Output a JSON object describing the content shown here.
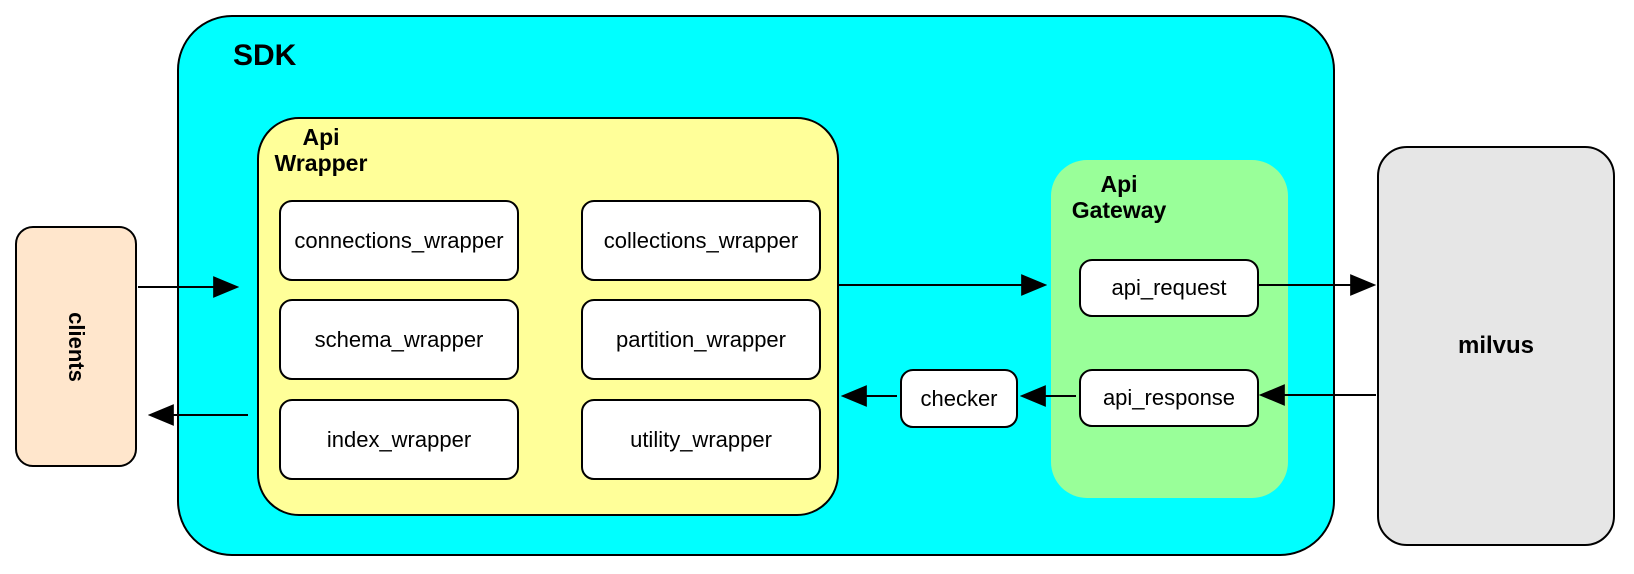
{
  "diagram": {
    "sdk": {
      "label": "SDK"
    },
    "clients": {
      "label": "clients"
    },
    "api_wrapper": {
      "title_line1": "Api",
      "title_line2": "Wrapper",
      "modules": [
        "connections_wrapper",
        "collections_wrapper",
        "schema_wrapper",
        "partition_wrapper",
        "index_wrapper",
        "utility_wrapper"
      ]
    },
    "checker": {
      "label": "checker"
    },
    "api_gateway": {
      "title_line1": "Api",
      "title_line2": "Gateway",
      "request_label": "api_request",
      "response_label": "api_response"
    },
    "milvus": {
      "label": "milvus"
    },
    "colors": {
      "sdk_fill": "#00ffff",
      "api_wrapper_fill": "#ffff99",
      "api_gateway_fill": "#99ff99",
      "clients_fill": "#ffe6cc",
      "milvus_fill": "#e6e6e6",
      "node_fill": "#ffffff",
      "stroke": "#000000"
    },
    "edges": [
      {
        "from": "clients",
        "to": "api_wrapper"
      },
      {
        "from": "api_wrapper",
        "to": "api_gateway"
      },
      {
        "from": "api_request",
        "to": "milvus"
      },
      {
        "from": "milvus",
        "to": "api_response"
      },
      {
        "from": "api_response",
        "to": "checker"
      },
      {
        "from": "checker",
        "to": "api_wrapper"
      },
      {
        "from": "sdk",
        "to": "clients"
      }
    ]
  }
}
